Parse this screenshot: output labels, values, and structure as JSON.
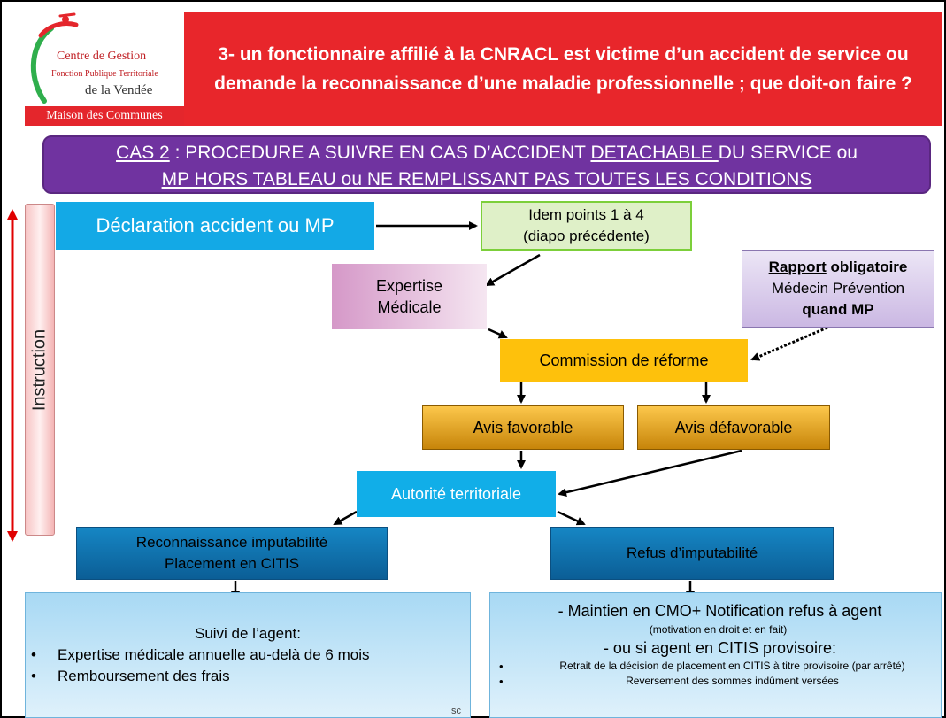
{
  "logo": {
    "line1": "Centre de Gestion",
    "line2": "Fonction Publique Territoriale",
    "line3": "de la Vendée",
    "band": "Maison des Communes"
  },
  "title": "3- un fonctionnaire affilié à la CNRACL est victime d’un accident de service ou demande la reconnaissance d’une maladie professionnelle ; que doit-on faire ?",
  "case_header": {
    "prefix": "CAS 2",
    "part1": " : PROCEDURE A SUIVRE EN CAS D’ACCIDENT ",
    "detachable": "DETACHABLE ",
    "part2": " DU SERVICE ou",
    "line2": "MP HORS TABLEAU ou NE REMPLISSANT PAS TOUTES LES CONDITIONS"
  },
  "side_label": "Instruction",
  "nodes": {
    "declaration": "Déclaration accident ou MP",
    "idem_line1": "Idem points 1 à 4",
    "idem_line2": "(diapo précédente)",
    "expertise_line1": "Expertise",
    "expertise_line2": "Médicale",
    "rapport_a": "Rapport",
    "rapport_b": " obligatoire",
    "rapport_line2": "Médecin Prévention",
    "rapport_line3": "quand MP",
    "commission": "Commission de réforme",
    "avis_favorable": "Avis favorable",
    "avis_defavorable": "Avis défavorable",
    "autorite": "Autorité territoriale",
    "reconnaissance_line1": "Reconnaissance imputabilité",
    "reconnaissance_line2": "Placement en CITIS",
    "refus": "Refus d’imputabilité"
  },
  "suivi": {
    "title": "Suivi de l’agent:",
    "items": [
      "Expertise médicale annuelle au-delà de 6 mois",
      "Remboursement des frais"
    ]
  },
  "maintien": {
    "line1": "- Maintien en CMO+ Notification refus à agent",
    "line1_note": "(motivation en droit et en fait)",
    "line2": "- ou si agent en CITIS provisoire:",
    "items": [
      "Retrait de la décision de placement en CITIS à titre provisoire (par arrêté)",
      "Reversement des sommes indûment versées"
    ]
  },
  "footer_fragment": "sc",
  "colors": {
    "title_red": "#e8262b",
    "case_purple": "#7033a0",
    "node_blue": "#13a9e6",
    "commission_yellow": "#fec10c"
  }
}
